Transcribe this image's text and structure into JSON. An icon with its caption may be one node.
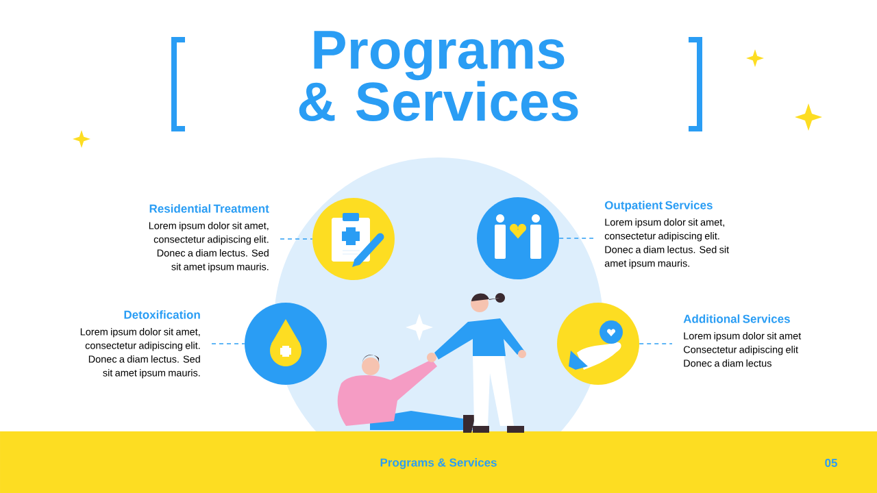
{
  "diagram": {
    "title": "Programs & Services",
    "nodes": [
      {
        "text": [
          "Residential Treatment",
          "Lorem ipsum dolor sit amet, consectetur adipiscing elit. Donec a diam lectus. Sed sit amet ipsum mauris."
        ]
      },
      {
        "text": [],
        "shape": "circle"
      },
      {
        "text": [],
        "shape": "circle"
      },
      {
        "text": [
          "Outpatient Services",
          "Lorem ipsum dolor sit amet, consectetur adipiscing elit. Donec a diam lectus. Sed sit amet ipsum mauris."
        ]
      },
      {
        "text": [
          "Detoxification",
          "Lorem ipsum dolor sit amet, consectetur adipiscing elit. Donec a diam lectus. Sed sit amet ipsum mauris."
        ]
      },
      {
        "text": [],
        "shape": "circle"
      },
      {
        "text": [],
        "shape": "circle"
      },
      {
        "text": [
          "Additional Services",
          "Lorem ipsum dolor sit amet Consectetur adipiscing elit Donec a diam lectus"
        ]
      }
    ],
    "edges": [
      {
        "from": 0,
        "to": 1,
        "arrow": "none",
        "style": "dashed"
      },
      {
        "from": 2,
        "to": 3,
        "arrow": "none",
        "style": "dashed"
      },
      {
        "from": 4,
        "to": 5,
        "arrow": "none",
        "style": "dashed"
      },
      {
        "from": 6,
        "to": 7,
        "arrow": "none",
        "style": "dashed"
      }
    ],
    "labels": [
      "Programs & Services",
      "05"
    ]
  }
}
